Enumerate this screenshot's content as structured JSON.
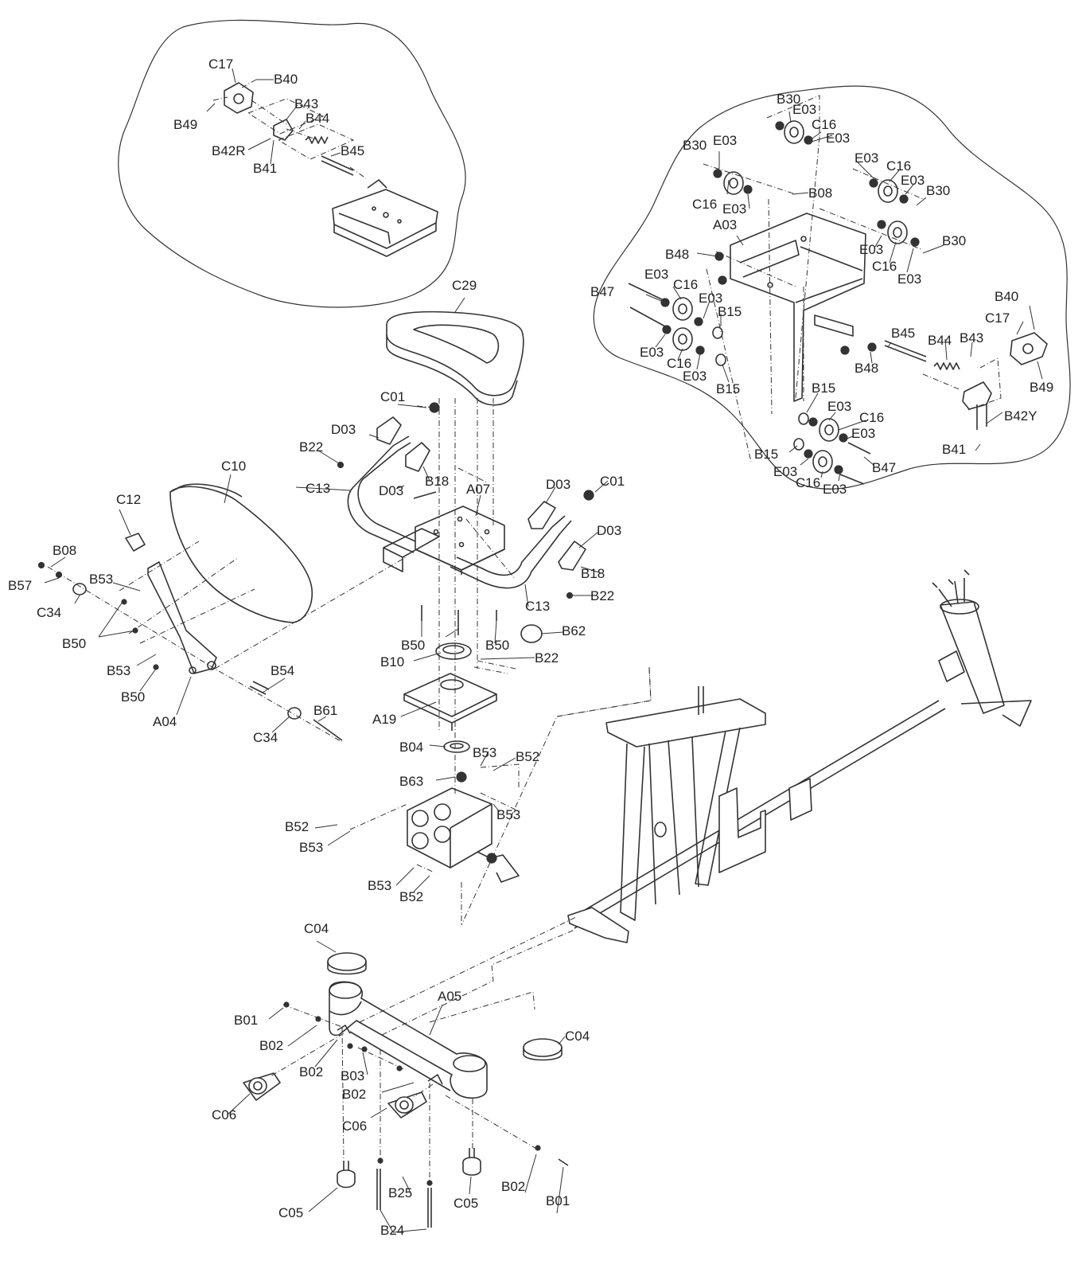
{
  "labels": {
    "L1": "C17",
    "L2": "B40",
    "L3": "B43",
    "L4": "B44",
    "L5": "B49",
    "L6": "B42R",
    "L7": "B45",
    "L8": "B41",
    "L9": "B30",
    "L10": "E03",
    "L11": "C16",
    "L12": "E03",
    "L13": "B30",
    "L14": "E03",
    "L15": "E03",
    "L16": "C16",
    "L17": "E03",
    "L18": "B30",
    "L19": "C16",
    "L20": "E03",
    "L21": "B08",
    "L22": "A03",
    "L23": "E03",
    "L24": "B30",
    "L25": "C16",
    "L26": "E03",
    "L27": "B48",
    "L28": "B47",
    "L29": "E03",
    "L30": "C16",
    "L31": "E03",
    "L32": "B15",
    "L33": "B40",
    "L34": "C17",
    "L35": "B45",
    "L36": "B44",
    "L37": "B43",
    "L38": "E03",
    "L39": "C16",
    "L40": "E03",
    "L41": "B48",
    "L42": "B15",
    "L43": "B49",
    "L44": "B15",
    "L45": "E03",
    "L46": "C16",
    "L47": "E03",
    "L48": "B42Y",
    "L49": "B41",
    "L50": "B15",
    "L51": "E03",
    "L52": "C16",
    "L53": "E03",
    "L54": "B47",
    "L55": "C29",
    "L56": "C01",
    "L57": "D03",
    "L58": "B22",
    "L59": "C10",
    "L60": "C13",
    "L61": "B18",
    "L62": "D03",
    "L63": "A07",
    "L64": "D03",
    "L65": "C01",
    "L66": "C12",
    "L67": "D03",
    "L68": "B08",
    "L69": "B57",
    "L70": "B53",
    "L71": "C34",
    "L72": "B18",
    "L73": "C13",
    "L74": "B22",
    "L75": "B50",
    "L76": "B62",
    "L77": "B50",
    "L78": "B50",
    "L79": "B10",
    "L80": "B22",
    "L81": "B53",
    "L82": "B54",
    "L83": "B50",
    "L84": "A04",
    "L85": "B61",
    "L86": "C34",
    "L87": "A19",
    "L88": "B04",
    "L89": "B53",
    "L90": "B52",
    "L91": "B63",
    "L92": "B53",
    "L93": "B52",
    "L94": "B53",
    "L95": "B53",
    "L96": "B52",
    "L97": "C04",
    "L98": "A05",
    "L99": "B01",
    "L100": "B02",
    "L101": "C04",
    "L102": "B02",
    "L103": "B03",
    "L104": "B02",
    "L105": "C06",
    "L106": "C06",
    "L107": "B25",
    "L108": "C05",
    "L109": "C05",
    "L110": "B02",
    "L111": "B01",
    "L112": "B24"
  }
}
